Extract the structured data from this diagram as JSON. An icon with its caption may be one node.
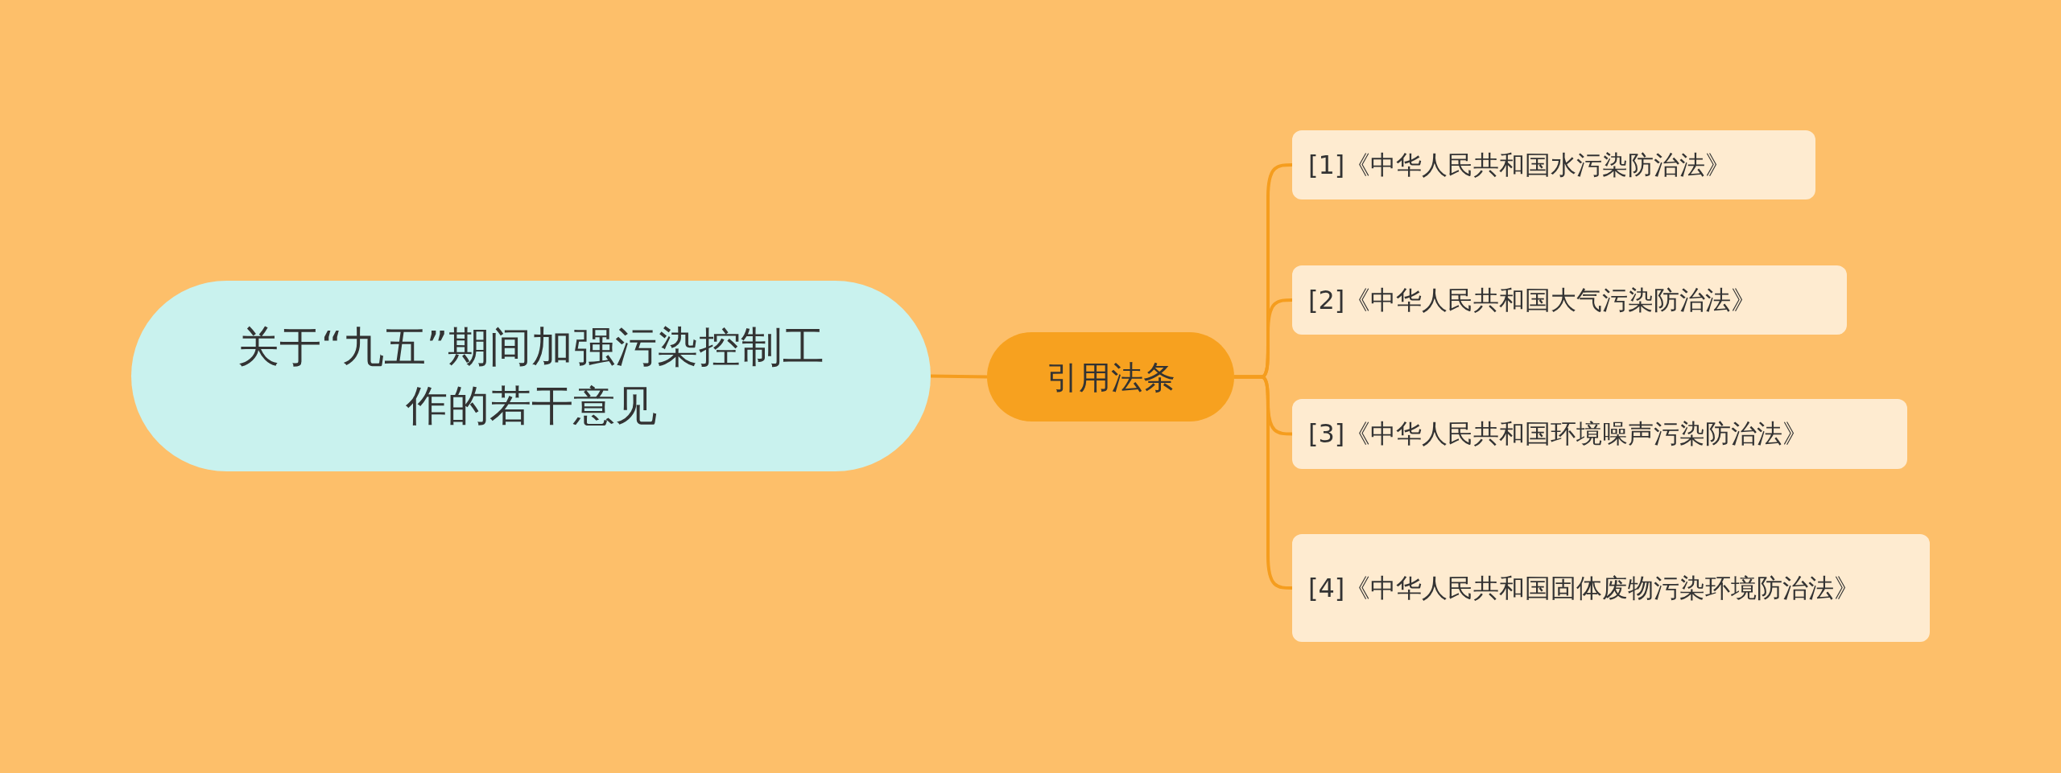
{
  "diagram": {
    "nodes": [
      {
        "text": [
          "关于“九五”期间加强污染控制工作的若干意见"
        ]
      },
      {
        "text": [
          "引用法条"
        ]
      },
      {
        "text": [
          "[1]《中华人民共和国水污染防治法》"
        ]
      },
      {
        "text": [
          "[2]《中华人民共和国大气污染防治法》"
        ]
      },
      {
        "text": [
          "[3]《中华人民共和国环境噪声污染防治法》"
        ]
      },
      {
        "text": [
          "[4]《中华人民共和国固体废物污染环境防治法》"
        ]
      }
    ],
    "edges": [
      {
        "from": 0,
        "to": 1,
        "arrow": "none"
      },
      {
        "from": 1,
        "to": 2,
        "arrow": "none"
      },
      {
        "from": 1,
        "to": 3,
        "arrow": "none"
      },
      {
        "from": 1,
        "to": 4,
        "arrow": "none"
      },
      {
        "from": 1,
        "to": 5,
        "arrow": "none"
      }
    ]
  }
}
